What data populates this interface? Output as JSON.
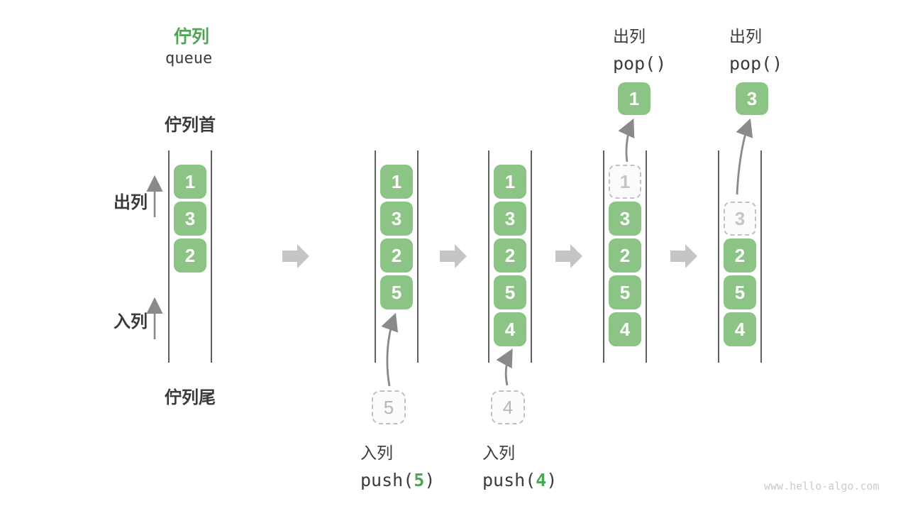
{
  "header": {
    "title_zh": "佇列",
    "title_en": "queue"
  },
  "labels": {
    "queue_front": "佇列首",
    "queue_rear": "佇列尾",
    "dequeue_side": "出列",
    "enqueue_side": "入列"
  },
  "operations": {
    "push5": {
      "title": "入列",
      "fn": "push(",
      "arg": "5",
      "close": ")"
    },
    "push4": {
      "title": "入列",
      "fn": "push(",
      "arg": "4",
      "close": ")"
    },
    "pop1": {
      "title": "出列",
      "fn": "pop()"
    },
    "pop2": {
      "title": "出列",
      "fn": "pop()"
    }
  },
  "stages": [
    {
      "cells": [
        "1",
        "3",
        "2"
      ]
    },
    {
      "cells": [
        "1",
        "3",
        "2",
        "5"
      ],
      "incoming": "5"
    },
    {
      "cells": [
        "1",
        "3",
        "2",
        "5",
        "4"
      ],
      "incoming": "4"
    },
    {
      "cells": [
        "3",
        "2",
        "5",
        "4"
      ],
      "removed": "1",
      "popped": "1"
    },
    {
      "cells": [
        "2",
        "5",
        "4"
      ],
      "removed": "3",
      "popped": "3"
    }
  ],
  "watermark": "www.hello-algo.com",
  "colors": {
    "accent_green": "#4ca654",
    "cell_green": "#8cc486",
    "text_dark": "#3c3c3c",
    "arrow_gray": "#8a8a8a",
    "block_arrow_gray": "#c5c5c5",
    "muted_gray": "#b7babd"
  }
}
